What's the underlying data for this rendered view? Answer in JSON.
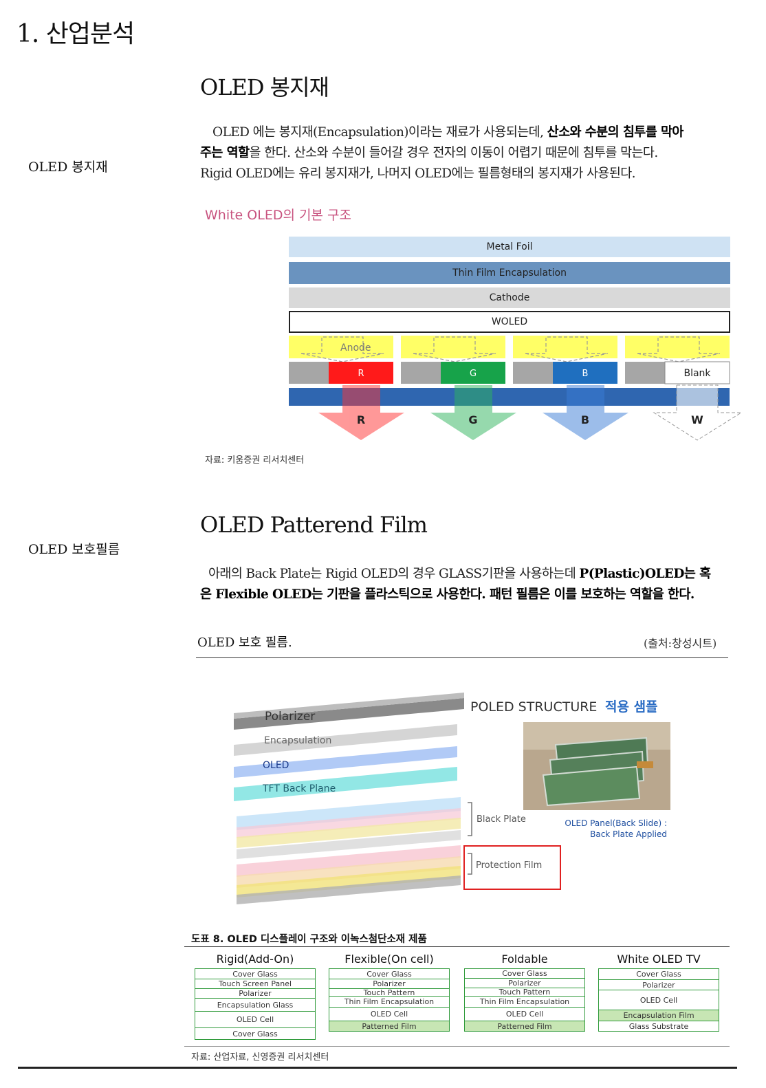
{
  "page_title": "1. 산업분석",
  "section1": {
    "side_label": "OLED 봉지재",
    "heading": "OLED 봉지재",
    "para": {
      "l1a": "OLED 에는 봉지재(Encapsulation)이라는 재료가 사용되는데, ",
      "l1b": "산소와 수분의 침투를 막아",
      "l2a": "주는 역할",
      "l2b": "을 한다. 산소와 수분이 들어갈 경우 전자의 이동이 어렵기 때문에 침투를 막는다.",
      "l3": "Rigid OLED에는 유리 봉지재가, 나머지 OLED에는 필름형태의 봉지재가 사용된다."
    }
  },
  "woled_figure": {
    "title": "White OLED의 기본 구조",
    "layers": [
      "Metal Foil",
      "Thin Film Encapsulation",
      "Cathode",
      "WOLED"
    ],
    "anode_label": "Anode",
    "filters": [
      "R",
      "G",
      "B",
      "Blank"
    ],
    "outputs": [
      "R",
      "G",
      "B",
      "W"
    ],
    "source": "자료: 키움증권 리서치센터",
    "colors": {
      "metal_foil": "#cfe2f3",
      "tfe": "#5f8fbd",
      "cathode": "#d9d9d9",
      "anode": "#ffff66",
      "red": "#ff1a1a",
      "green": "#17a34a",
      "blue": "#1f6fbf",
      "substrate": "#2f66b0"
    }
  },
  "section2": {
    "side_label": "OLED 보호필름",
    "heading": "OLED Patterend Film",
    "para": {
      "l1a": "아래의 Back Plate는 Rigid OLED의 경우 GLASS기판을 사용하는데 ",
      "l1b": "P(Plastic)OLED는 혹",
      "l2": "은 Flexible OLED는 기판을 플라스틱으로 사용한다. 패턴 필름은 이를 보호하는 역할을 한다."
    },
    "sub_title": "OLED 보호 필름.",
    "sub_source": "(출처:창성시트)"
  },
  "poled_figure": {
    "stack_labels": [
      "Polarizer",
      "Encapsulation",
      "OLED",
      "TFT Back Plane"
    ],
    "structure_title": "POLED STRUCTURE",
    "structure_highlight": "적용 샘플",
    "back_plate": "Black Plate",
    "protection_film": "Protection Film",
    "panel_caption_1": "OLED Panel(Back Slide) :",
    "panel_caption_2": "Back Plate Applied"
  },
  "table_figure": {
    "title": "도표 8. OLED 디스플레이 구조와 이녹스첨단소재 제품",
    "columns": [
      {
        "head": "Rigid(Add-On)",
        "cells": [
          "Cover Glass",
          "Touch Screen Panel",
          "Polarizer",
          "Encapsulation Glass",
          "OLED Cell",
          "Cover Glass"
        ]
      },
      {
        "head": "Flexible(On cell)",
        "cells": [
          "Cover Glass",
          "Polarizer",
          "Touch Pattern",
          "Thin Film Encapsulation",
          "OLED Cell",
          "Patterned Film"
        ]
      },
      {
        "head": "Foldable",
        "cells": [
          "Cover Glass",
          "Polarizer",
          "Touch Pattern",
          "Thin Film Encapsulation",
          "OLED Cell",
          "Patterned Film"
        ]
      },
      {
        "head": "White OLED TV",
        "cells": [
          "Cover Glass",
          "Polarizer",
          "OLED Cell",
          "Encapsulation Film",
          "Glass Substrate"
        ]
      }
    ],
    "source": "자료: 산업자료, 신영증권 리서치센터"
  }
}
